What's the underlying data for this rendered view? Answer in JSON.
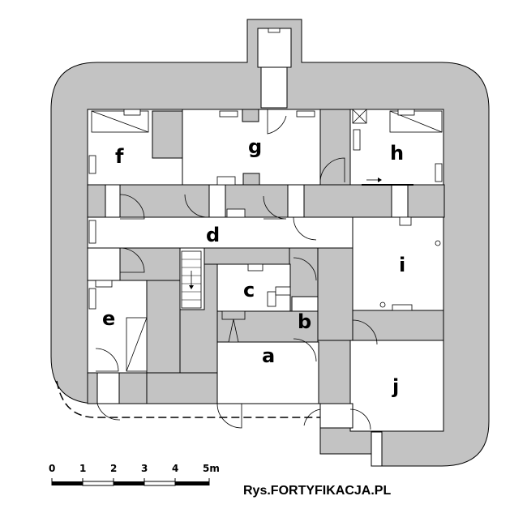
{
  "colors": {
    "wall": "#c3c3c3",
    "floor": "#ffffff",
    "line": "#000000"
  },
  "rooms": [
    {
      "key": "a",
      "label": "a"
    },
    {
      "key": "b",
      "label": "b"
    },
    {
      "key": "c",
      "label": "c"
    },
    {
      "key": "d",
      "label": "d"
    },
    {
      "key": "e",
      "label": "e"
    },
    {
      "key": "f",
      "label": "f"
    },
    {
      "key": "g",
      "label": "g"
    },
    {
      "key": "h",
      "label": "h"
    },
    {
      "key": "i",
      "label": "i"
    },
    {
      "key": "j",
      "label": "j"
    }
  ],
  "scale_bar": {
    "labels": [
      "0",
      "1",
      "2",
      "3",
      "4",
      "5m"
    ]
  },
  "credit": "Rys.FORTYFIKACJA.PL"
}
